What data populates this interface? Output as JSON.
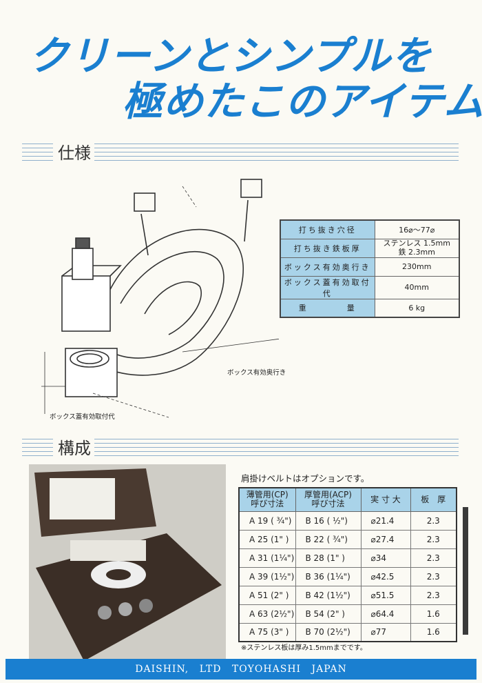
{
  "headline": {
    "line1": "クリーンとシンプルを",
    "line2": "極めたこのアイテム"
  },
  "sections": {
    "spec": "仕様",
    "composition": "構成"
  },
  "spec_table": [
    {
      "label": "打ち抜き穴径",
      "value": "16⌀〜77⌀"
    },
    {
      "label": "打ち抜き鉄板厚",
      "value": "ステンレス 1.5mm",
      "value2": "鉄 2.3mm"
    },
    {
      "label": "ボックス有効奥行き",
      "value": "230mm"
    },
    {
      "label": "ボックス蓋有効取付代",
      "value": "40mm"
    },
    {
      "label": "重　　　　量",
      "value": "6 kg"
    }
  ],
  "diagram": {
    "depth_label": "ボックス有効奥行き",
    "lid_label": "ボックス蓋有効取付代"
  },
  "option_caption": "肩掛けベルトはオプションです。",
  "size_table": {
    "headers": [
      "薄管用(CP)\n呼び寸法",
      "厚管用(ACP)\n呼び寸法",
      "実 寸 大",
      "板　厚"
    ],
    "rows": [
      [
        "A 19 ( ¾\")",
        "B 16 ( ½\")",
        "⌀21.4",
        "2.3"
      ],
      [
        "A 25 (1\"  )",
        "B 22 ( ¾\")",
        "⌀27.4",
        "2.3"
      ],
      [
        "A 31 (1¼\")",
        "B 28 (1\"  )",
        "⌀34",
        "2.3"
      ],
      [
        "A 39 (1½\")",
        "B 36 (1¼\")",
        "⌀42.5",
        "2.3"
      ],
      [
        "A 51 (2\"  )",
        "B 42 (1½\")",
        "⌀51.5",
        "2.3"
      ],
      [
        "A 63 (2½\")",
        "B 54 (2\"  )",
        "⌀64.4",
        "1.6"
      ],
      [
        "A 75 (3\"  )",
        "B 70 (2½\")",
        "⌀77",
        "1.6"
      ]
    ]
  },
  "note": "※ステンレス板は厚み1.5mmまでです。",
  "footer": "DAISHIN, LTD TOYOHASHI JAPAN"
}
